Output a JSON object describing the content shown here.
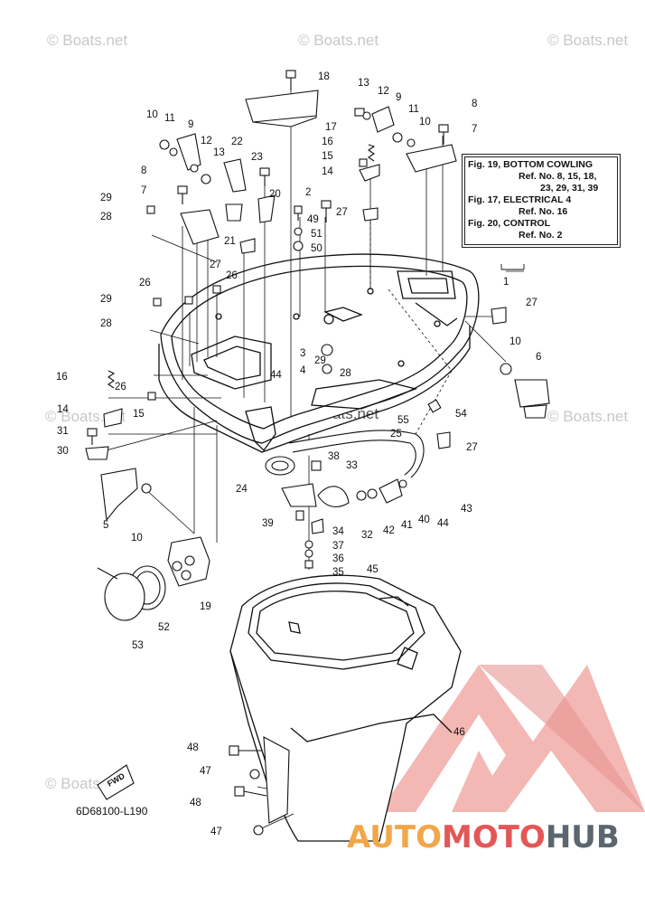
{
  "watermark": "© Boats.net",
  "reference_box": {
    "lines": [
      {
        "text": "Fig. 19, BOTTOM COWLING",
        "indent": 0
      },
      {
        "text": "Ref. No. 8, 15, 18,",
        "indent": 1
      },
      {
        "text": "23, 29, 31, 39",
        "indent": 2
      },
      {
        "text": "Fig. 17, ELECTRICAL 4",
        "indent": 0
      },
      {
        "text": "Ref. No. 16",
        "indent": 1
      },
      {
        "text": "Fig. 20, CONTROL",
        "indent": 0
      },
      {
        "text": "Ref. No. 2",
        "indent": 1
      }
    ]
  },
  "fwd_label": "FWD",
  "drawing_code": "6D68100-L190",
  "logo": {
    "part1": "AUTO",
    "part2": "MOTO",
    "part3": "HUB"
  },
  "callouts": [
    "18",
    "13",
    "12",
    "9",
    "8",
    "7",
    "17",
    "10",
    "11",
    "9",
    "12",
    "13",
    "22",
    "23",
    "11",
    "10",
    "16",
    "15",
    "14",
    "8",
    "7",
    "29",
    "28",
    "20",
    "2",
    "49",
    "51",
    "50",
    "27",
    "21",
    "27",
    "26",
    "26",
    "29",
    "28",
    "1",
    "27",
    "3",
    "4",
    "29",
    "28",
    "44",
    "16",
    "26",
    "15",
    "14",
    "31",
    "30",
    "10",
    "6",
    "55",
    "25",
    "54",
    "27",
    "5",
    "10",
    "38",
    "33",
    "24",
    "39",
    "34",
    "37",
    "36",
    "35",
    "32",
    "42",
    "41",
    "40",
    "44",
    "43",
    "19",
    "52",
    "53",
    "45",
    "46",
    "48",
    "47",
    "48",
    "47"
  ]
}
